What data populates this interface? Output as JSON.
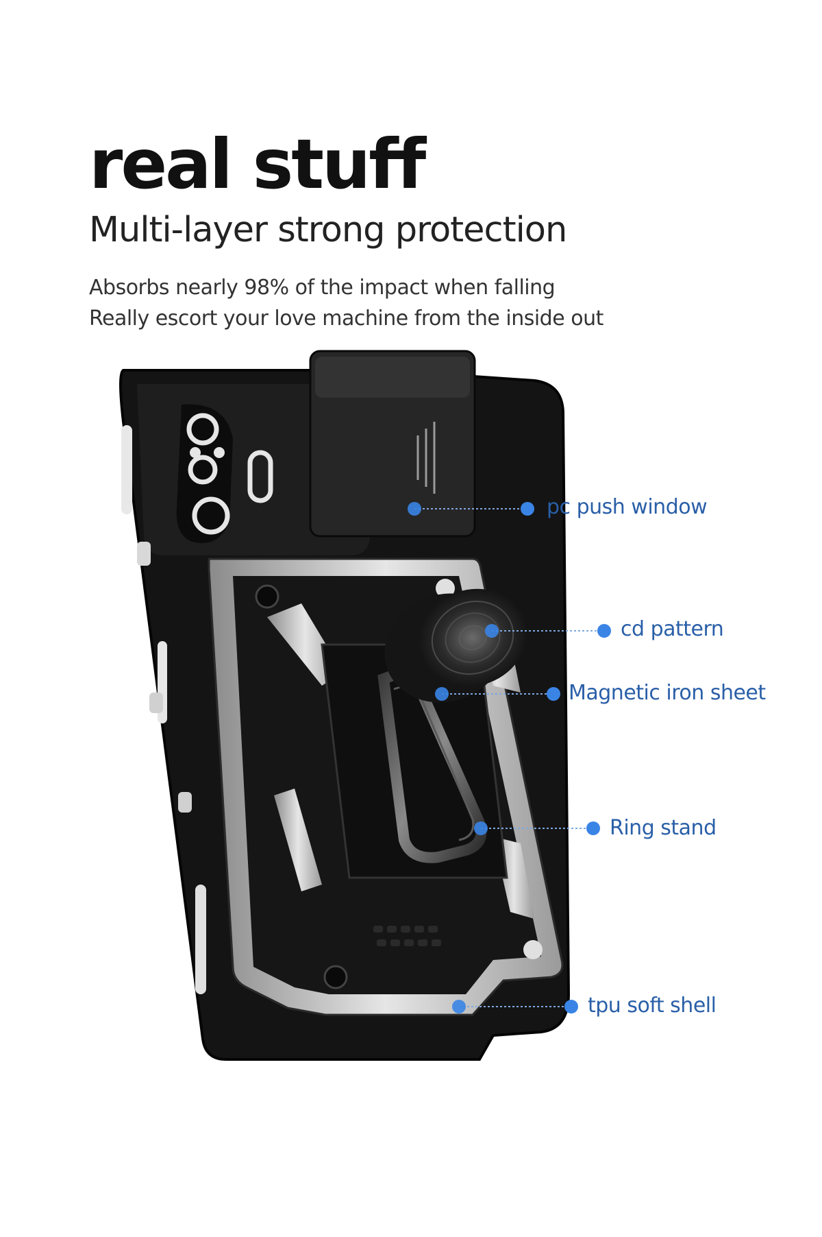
{
  "heading": {
    "title": "real stuff",
    "subtitle": "Multi-layer strong protection"
  },
  "description": {
    "line1": "Absorbs nearly 98% of the impact when falling",
    "line2": "Really escort your love machine from the inside out"
  },
  "callouts": [
    {
      "label": "pc push window"
    },
    {
      "label": "cd pattern"
    },
    {
      "label": "Magnetic iron sheet"
    },
    {
      "label": "Ring stand"
    },
    {
      "label": "tpu soft shell"
    }
  ],
  "colors": {
    "accent": "#2f7de1",
    "label_text": "#2a5fa8",
    "case_black": "#121212",
    "silver": "#c8c8c8"
  }
}
